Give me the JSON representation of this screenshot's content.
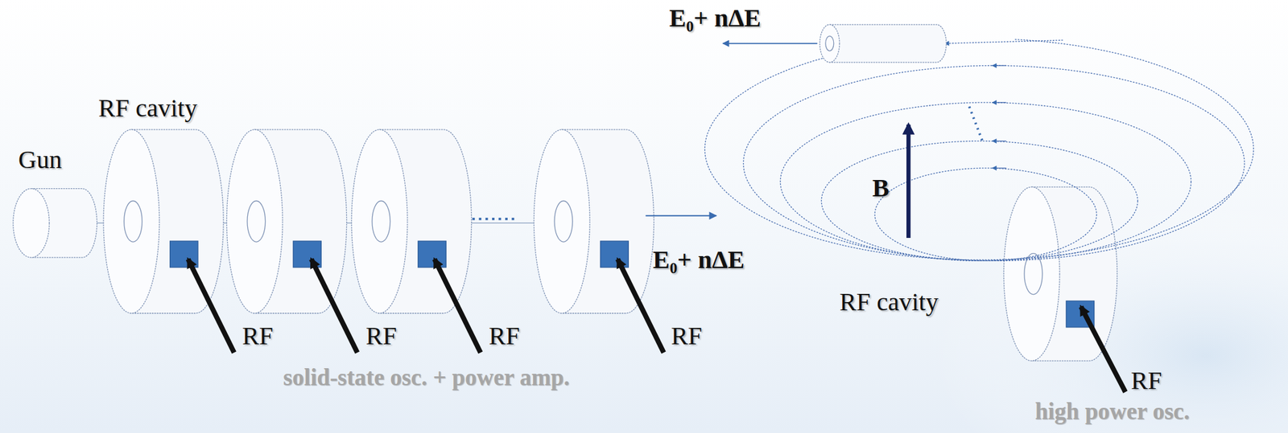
{
  "diagram": {
    "labels": [
      "E₀+ nΔE",
      "RF cavity",
      "Gun",
      "RF",
      "RF",
      "RF",
      "RF",
      "E₀+ nΔE",
      "solid-state osc. + power amp.",
      "B",
      "RF cavity",
      "RF",
      "high power osc."
    ]
  }
}
